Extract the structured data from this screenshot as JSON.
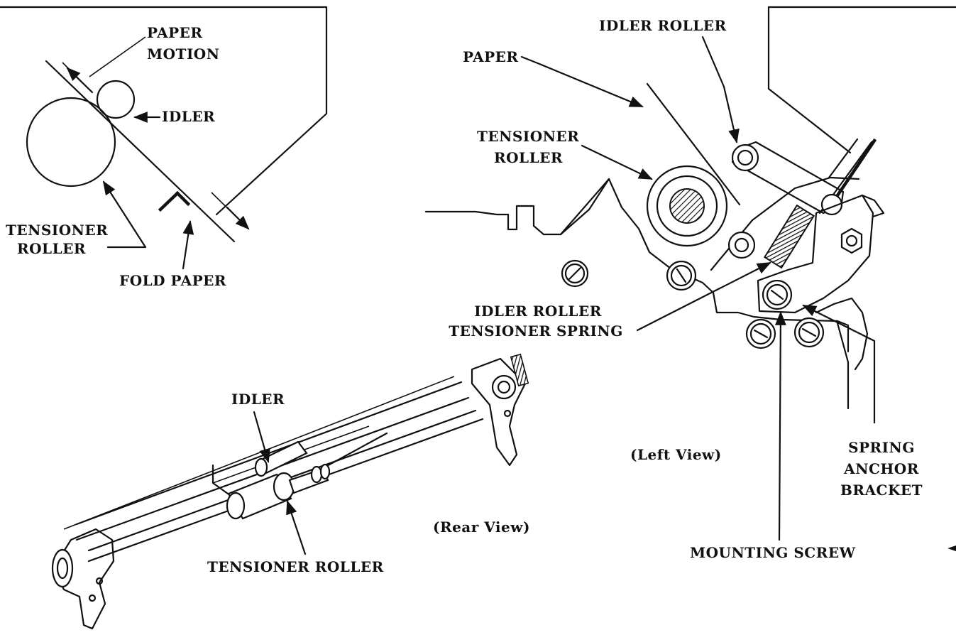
{
  "figure": {
    "left_schematic": {
      "paper_motion_line1": "PAPER",
      "paper_motion_line2": "MOTION",
      "idler": "IDLER",
      "tensioner_line1": "TENSIONER",
      "tensioner_line2": "ROLLER",
      "fold_paper": "FOLD PAPER"
    },
    "left_view": {
      "idler_roller": "IDLER ROLLER",
      "paper": "PAPER",
      "tensioner_line1": "TENSIONER",
      "tensioner_line2": "ROLLER",
      "spring_line1": "IDLER ROLLER",
      "spring_line2": "TENSIONER SPRING",
      "caption": "(Left View)",
      "anchor_line1": "SPRING",
      "anchor_line2": "ANCHOR",
      "anchor_line3": "BRACKET",
      "mounting_screw": "MOUNTING SCREW"
    },
    "rear_view": {
      "idler": "IDLER",
      "tensioner_roller": "TENSIONER ROLLER",
      "caption": "(Rear View)"
    }
  }
}
